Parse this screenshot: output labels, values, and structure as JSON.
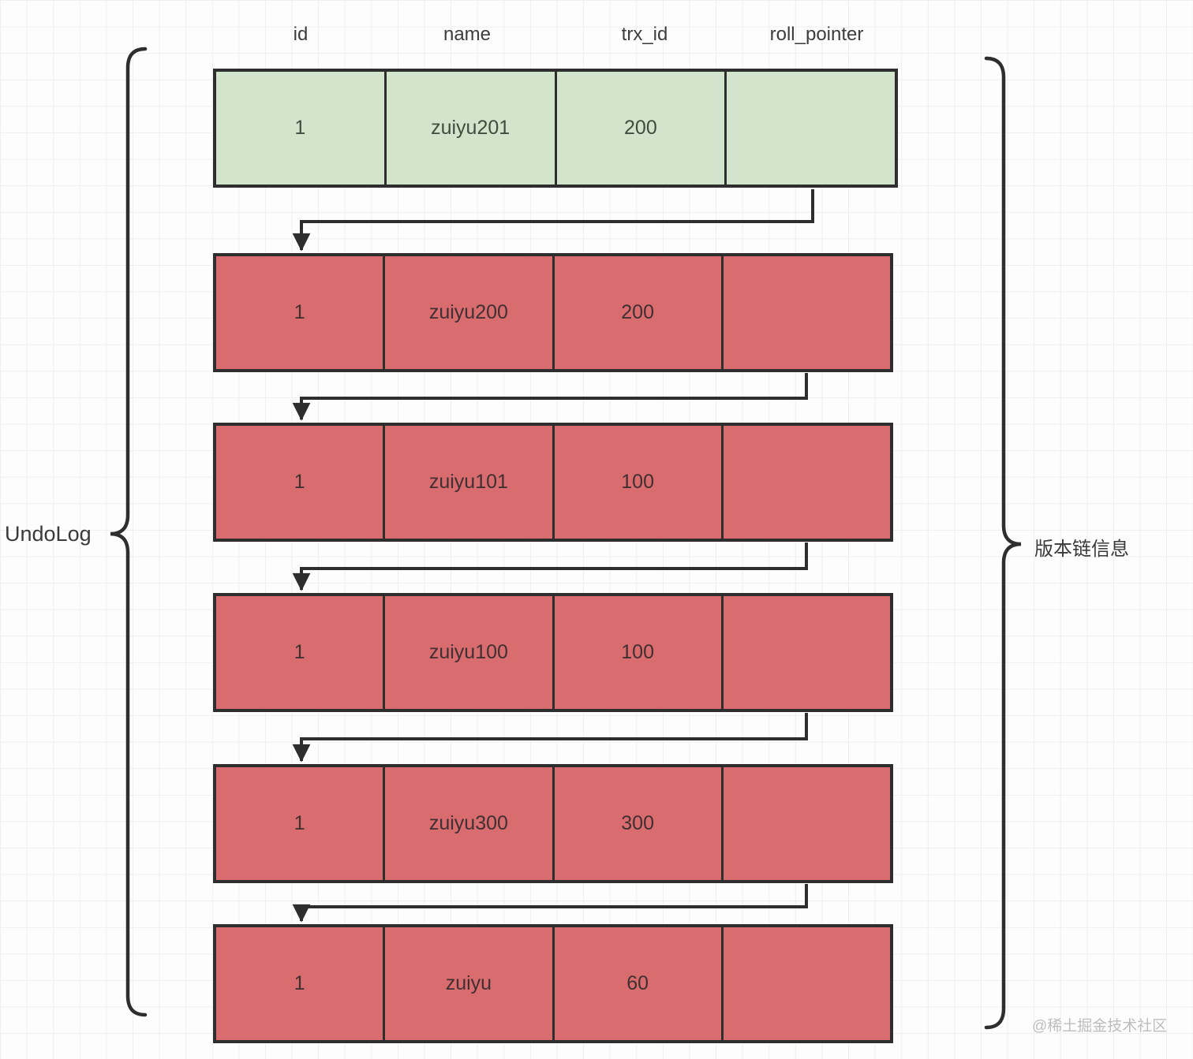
{
  "header": {
    "columns": [
      "id",
      "name",
      "trx_id",
      "roll_pointer"
    ]
  },
  "rows": [
    {
      "id": "1",
      "name": "zuiyu201",
      "trx_id": "200",
      "roll_pointer": "",
      "type": "current"
    },
    {
      "id": "1",
      "name": "zuiyu200",
      "trx_id": "200",
      "roll_pointer": "",
      "type": "undo"
    },
    {
      "id": "1",
      "name": "zuiyu101",
      "trx_id": "100",
      "roll_pointer": "",
      "type": "undo"
    },
    {
      "id": "1",
      "name": "zuiyu100",
      "trx_id": "100",
      "roll_pointer": "",
      "type": "undo"
    },
    {
      "id": "1",
      "name": "zuiyu300",
      "trx_id": "300",
      "roll_pointer": "",
      "type": "undo"
    },
    {
      "id": "1",
      "name": "zuiyu",
      "trx_id": "60",
      "roll_pointer": "",
      "type": "undo"
    }
  ],
  "labels": {
    "undo_log": "UndoLog",
    "version_chain": "版本链信息"
  },
  "watermark": "@稀土掘金技术社区",
  "colors": {
    "current_row_fill": "#d2e5cc",
    "undo_row_fill": "#d96c6e",
    "stroke": "#2e2e2e",
    "grid_line": "#efefef",
    "watermark_text": "#bdbdbd"
  }
}
